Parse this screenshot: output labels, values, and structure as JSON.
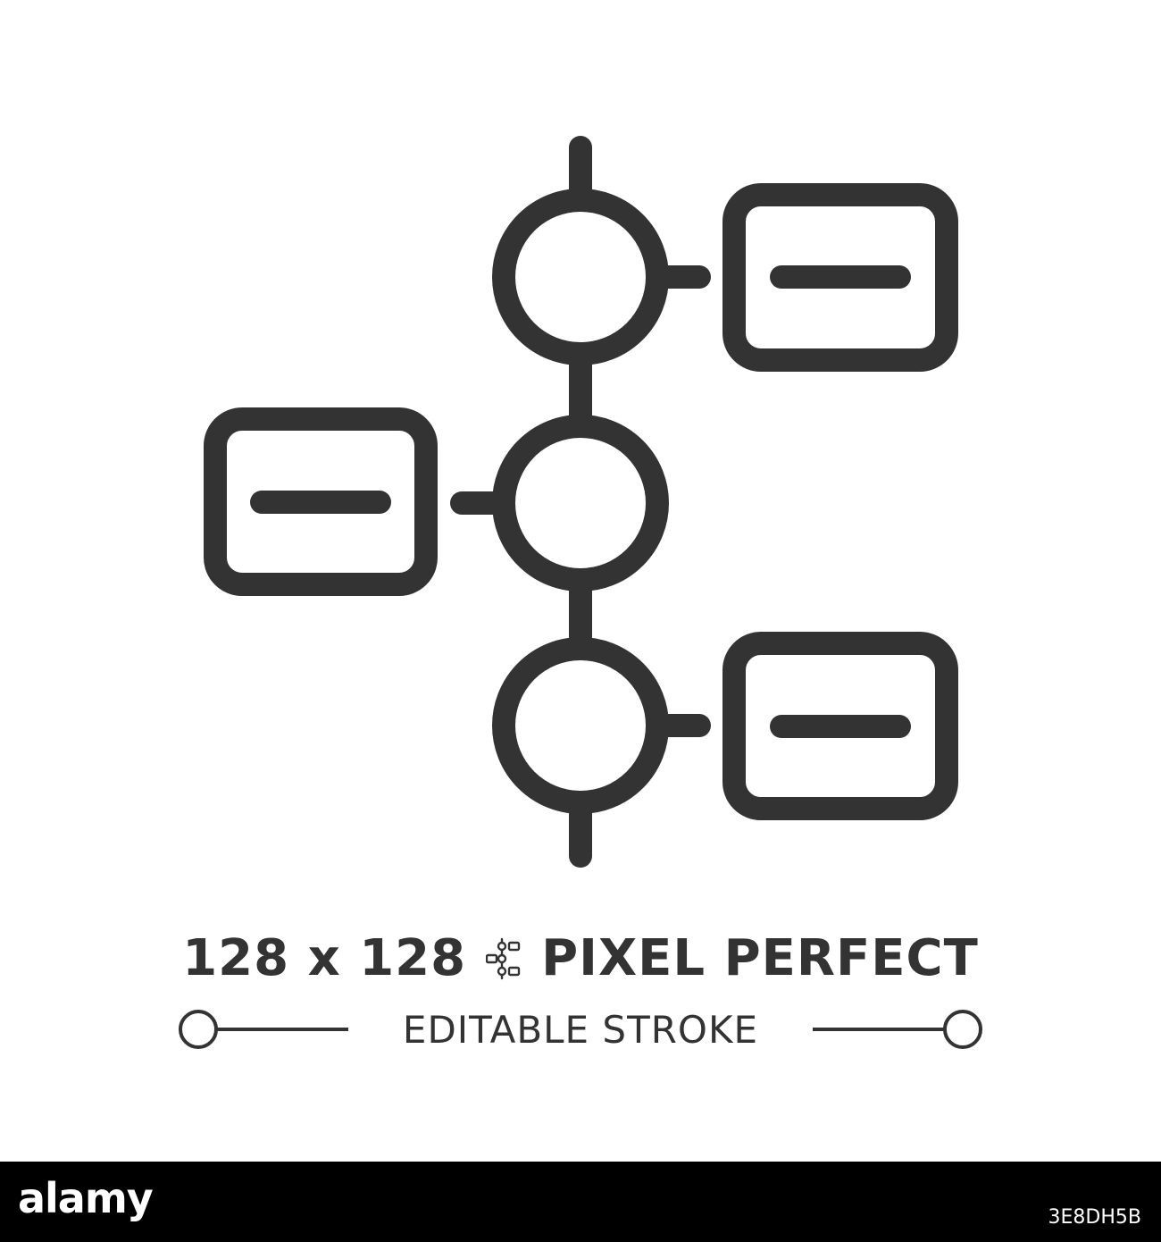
{
  "headline": {
    "size_text": "128 x 128",
    "tagline": "PIXEL PERFECT"
  },
  "subline": {
    "text": "EDITABLE STROKE"
  },
  "footer": {
    "brand": "alamy",
    "stock_id": "3E8DH5B"
  },
  "icon": {
    "name": "timeline-flowchart-icon",
    "stroke_color": "#333333"
  },
  "colors": {
    "background": "#ffffff",
    "footer": "#000000",
    "text": "#333333"
  }
}
